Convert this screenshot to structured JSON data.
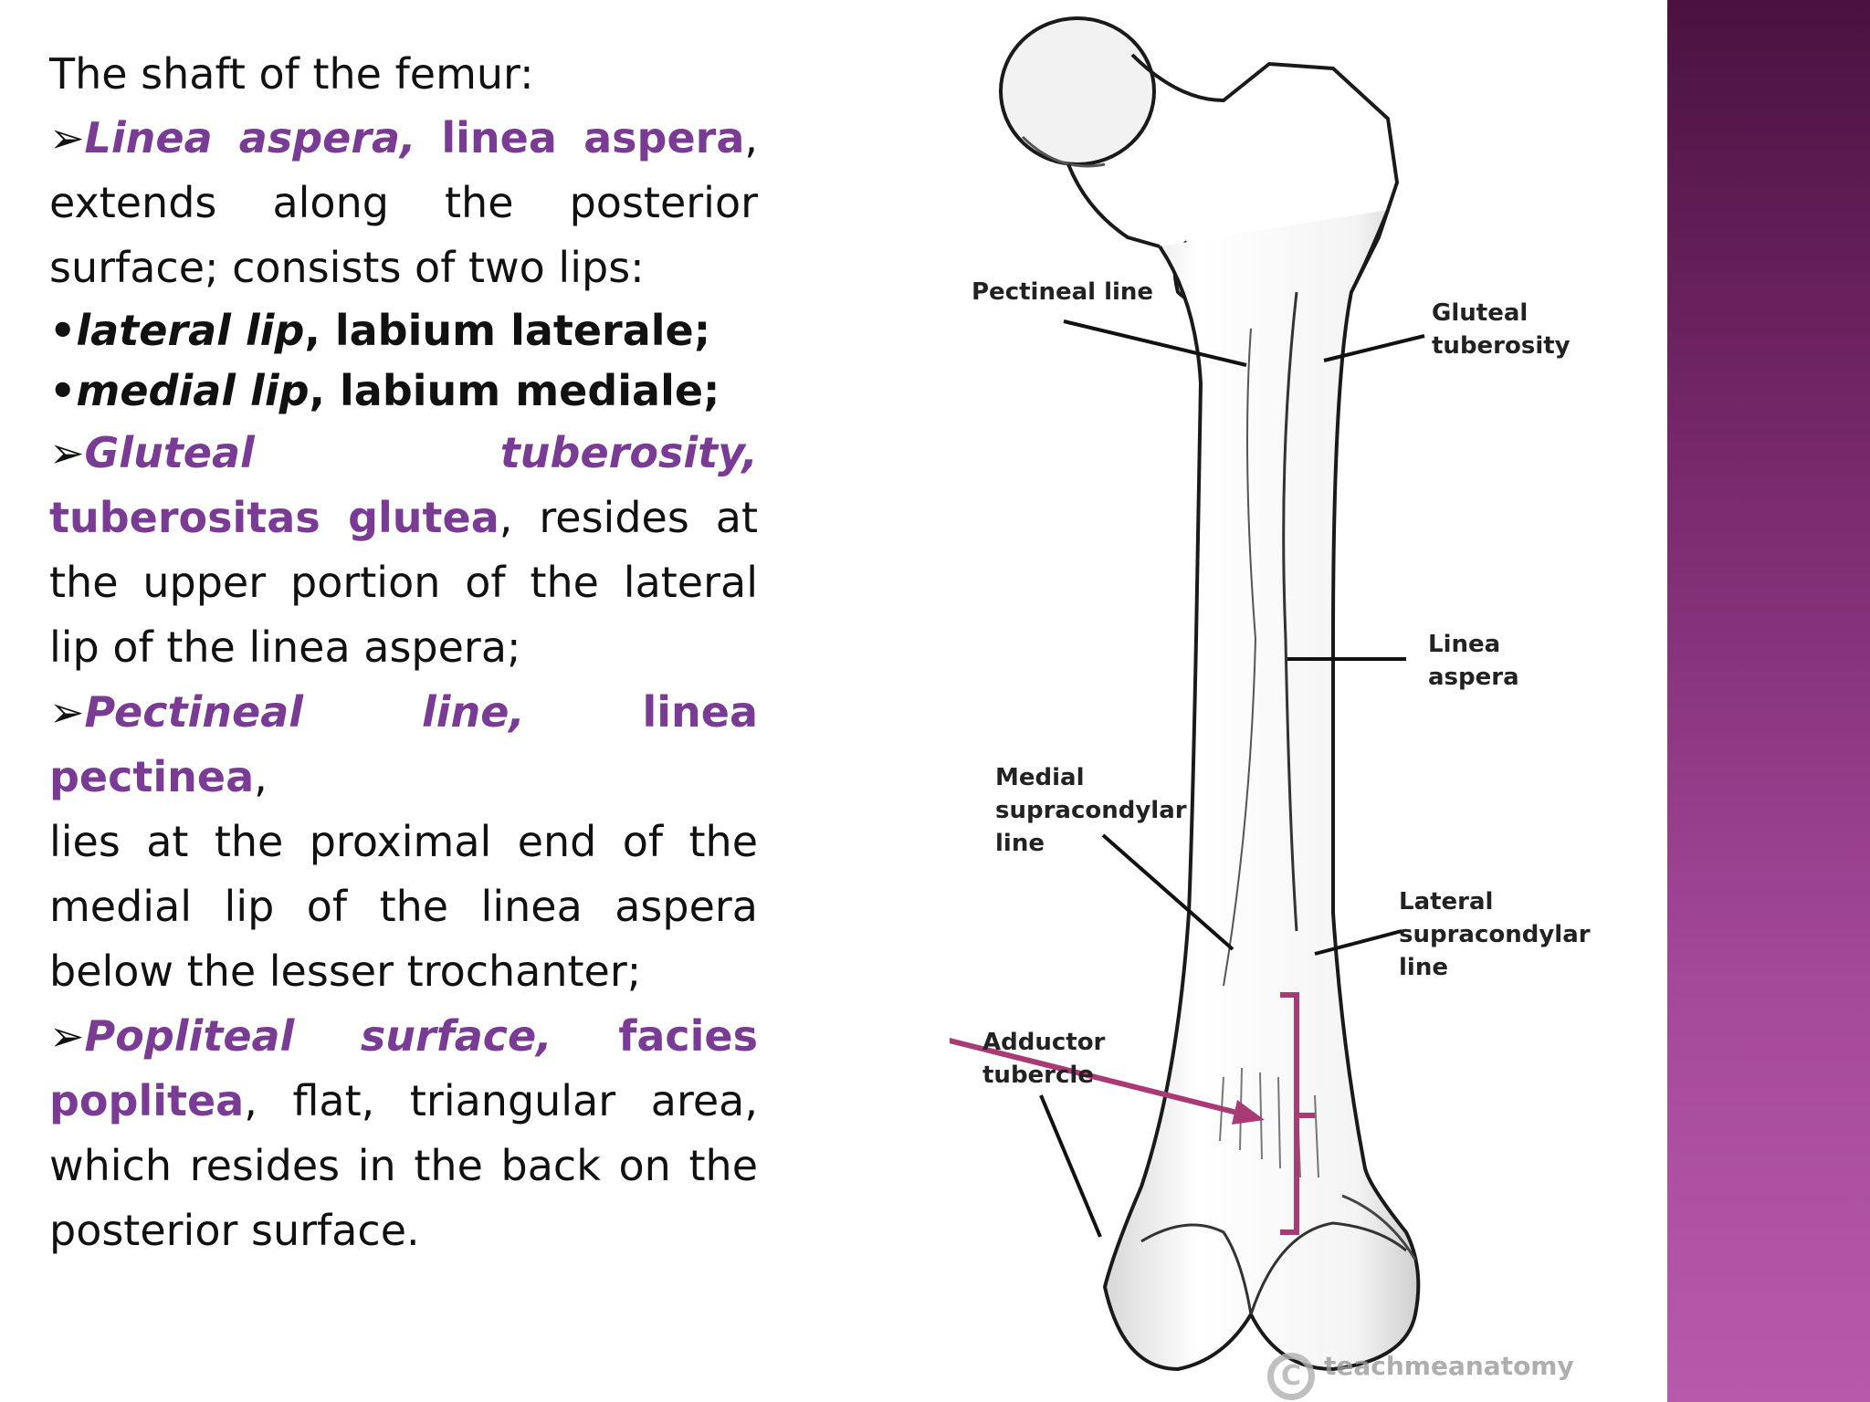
{
  "slide": {
    "colors": {
      "accent_purple": "#7a3b95",
      "arrow": "#a83a74",
      "side_band_top": "#4a1240",
      "side_band_bottom": "#b75aab",
      "text": "#111111"
    },
    "heading": "The shaft of the femur:",
    "bullet_glyph": "➢",
    "dot_glyph": "•",
    "items": {
      "linea_aspera": {
        "term": "Linea aspera,",
        "latin": "linea aspera",
        "tail": ",",
        "desc_line1": "extends along the posterior",
        "desc_line2": "surface; consists of two lips:"
      },
      "lateral_lip": {
        "term": "lateral lip",
        "latin": ", labium laterale;"
      },
      "medial_lip": {
        "term": "medial lip",
        "latin": ", labium mediale;"
      },
      "gluteal": {
        "term_part1": "Gluteal",
        "term_part2": "tuberosity,",
        "latin": "tuberositas glutea",
        "desc_first": ", resides at",
        "desc_line2": "the upper portion of the lateral",
        "desc_line3": "lip of the linea aspera;"
      },
      "pectineal": {
        "term": "Pectineal line,",
        "latin": "linea pectinea",
        "tail": ",",
        "desc_line1": "lies at the proximal end of the",
        "desc_line2": "medial lip of the linea aspera",
        "desc_line3": "below the lesser trochanter;"
      },
      "popliteal": {
        "term_part1": "Popliteal",
        "term_part2": "surface,",
        "latin_part1": "facies",
        "latin_part2": "poplitea",
        "desc_first": ", flat, triangular area,",
        "desc_line2": "which resides in the back on the",
        "desc_line3": "posterior surface."
      }
    }
  },
  "figure": {
    "labels": {
      "pectineal_line": "Pectineal line",
      "gluteal_tuberosity": "Gluteal\ntuberosity",
      "linea_aspera": "Linea\naspera",
      "medial_supracondylar_line": "Medial\nsupracondylar\nline",
      "lateral_supracondylar_line": "Lateral\nsupracondylar\nline",
      "adductor_tubercle": "Adductor\ntubercle"
    },
    "watermark": "teachmeanatomy",
    "watermark_icon": "copyright-icon"
  }
}
